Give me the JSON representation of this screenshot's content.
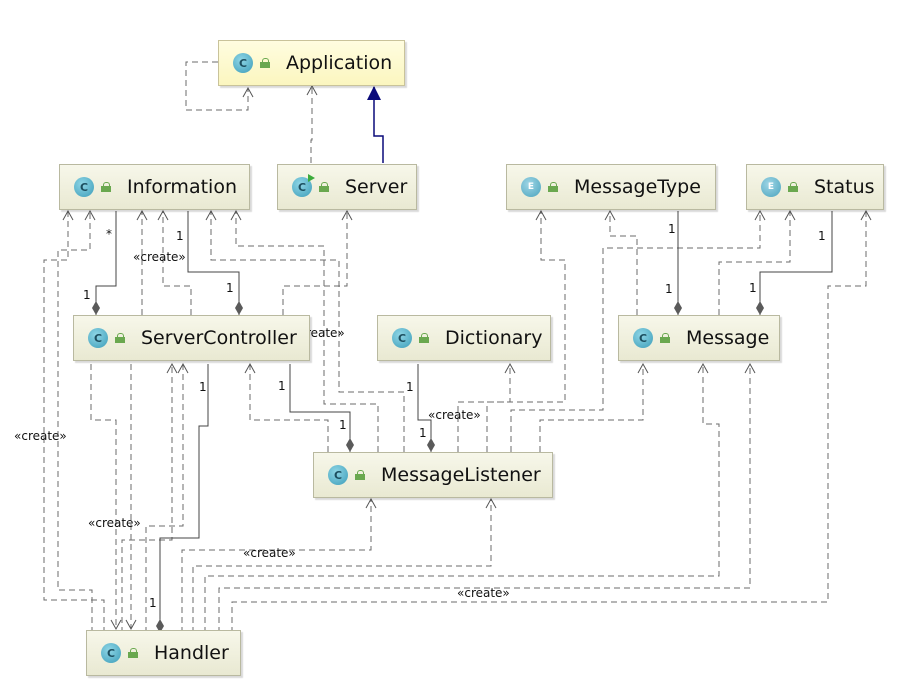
{
  "classes": {
    "application": {
      "name": "Application",
      "kind": "class"
    },
    "information": {
      "name": "Information",
      "kind": "class"
    },
    "server": {
      "name": "Server",
      "kind": "class"
    },
    "message_type": {
      "name": "MessageType",
      "kind": "enum"
    },
    "status": {
      "name": "Status",
      "kind": "enum"
    },
    "server_controller": {
      "name": "ServerController",
      "kind": "class"
    },
    "dictionary": {
      "name": "Dictionary",
      "kind": "class"
    },
    "message": {
      "name": "Message",
      "kind": "class"
    },
    "message_listener": {
      "name": "MessageListener",
      "kind": "class"
    },
    "handler": {
      "name": "Handler",
      "kind": "class"
    }
  },
  "badge_letters": {
    "class": "C",
    "enum": "E"
  },
  "labels": {
    "create": "«create»",
    "one": "1",
    "many": "*"
  },
  "colors": {
    "inheritance": "#0a0a7a",
    "dependency": "#555555",
    "composition": "#555555"
  }
}
